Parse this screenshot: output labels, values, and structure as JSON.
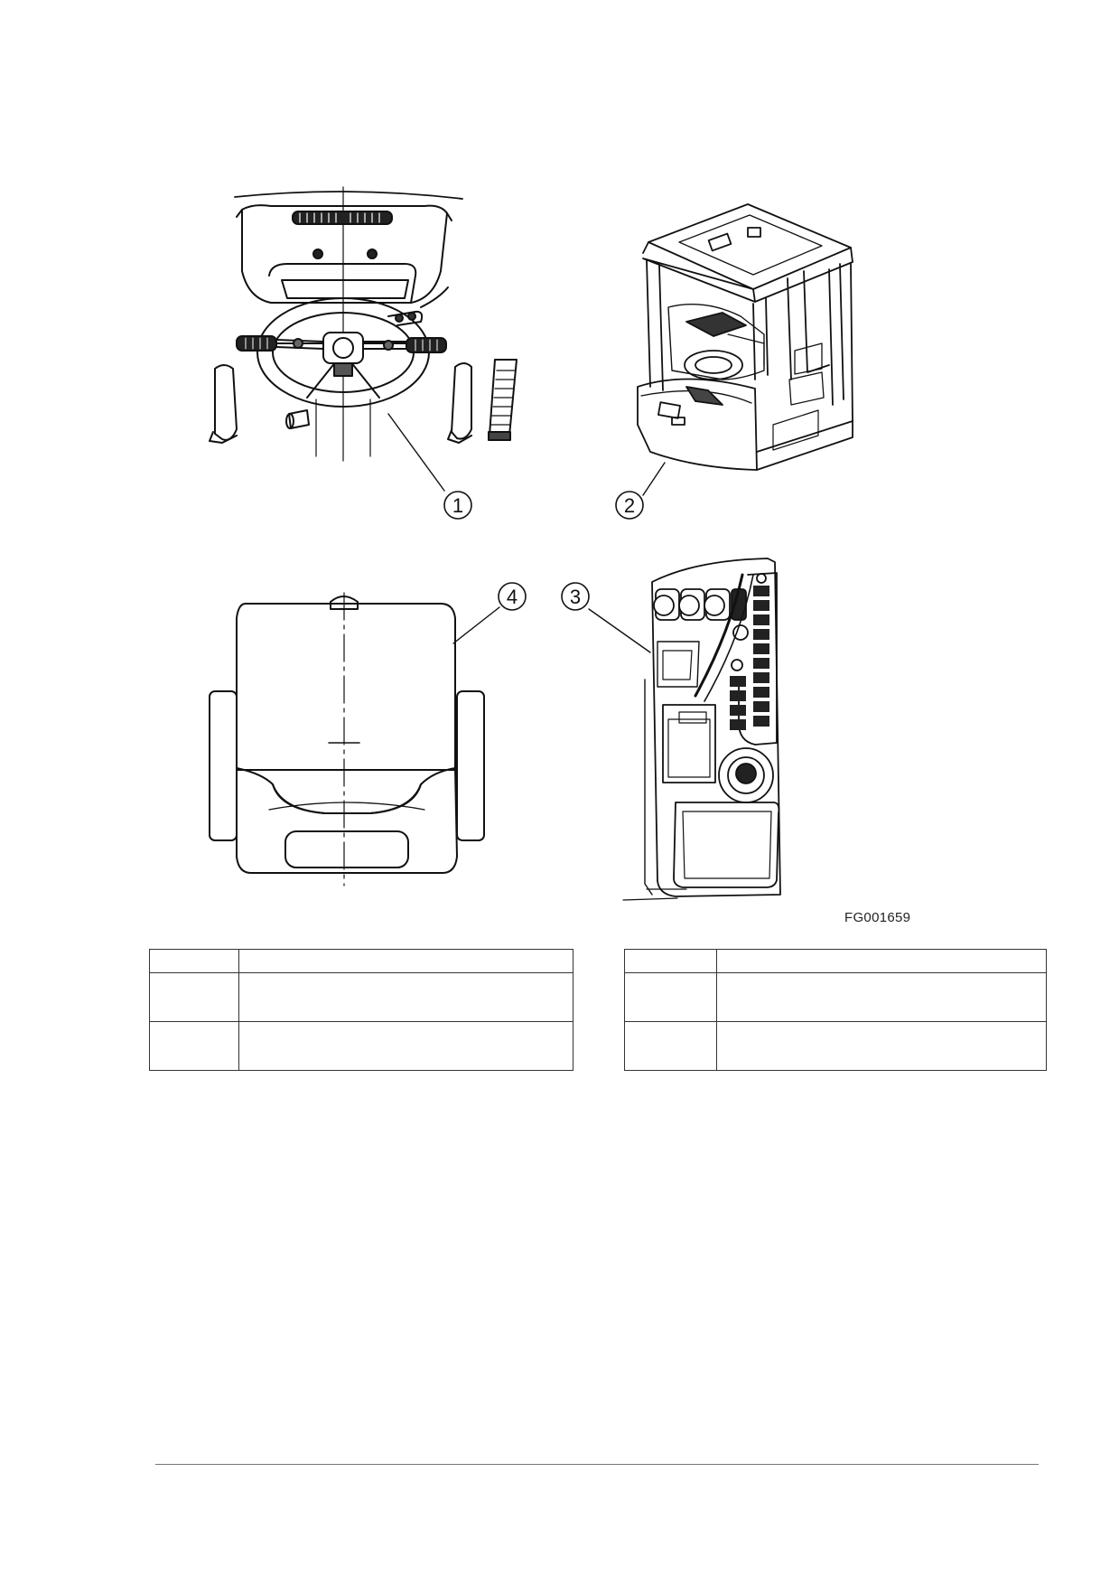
{
  "figure": {
    "code": "FG001659",
    "callouts": [
      "1",
      "2",
      "3",
      "4"
    ],
    "parts": [
      "steering-column-pedals",
      "cab-isometric",
      "instrument-panel",
      "operator-seat"
    ]
  },
  "legend_tables": {
    "left": {
      "rows": [
        [
          "",
          ""
        ],
        [
          "",
          ""
        ],
        [
          "",
          ""
        ]
      ]
    },
    "right": {
      "rows": [
        [
          "",
          ""
        ],
        [
          "",
          ""
        ],
        [
          "",
          ""
        ]
      ]
    }
  }
}
